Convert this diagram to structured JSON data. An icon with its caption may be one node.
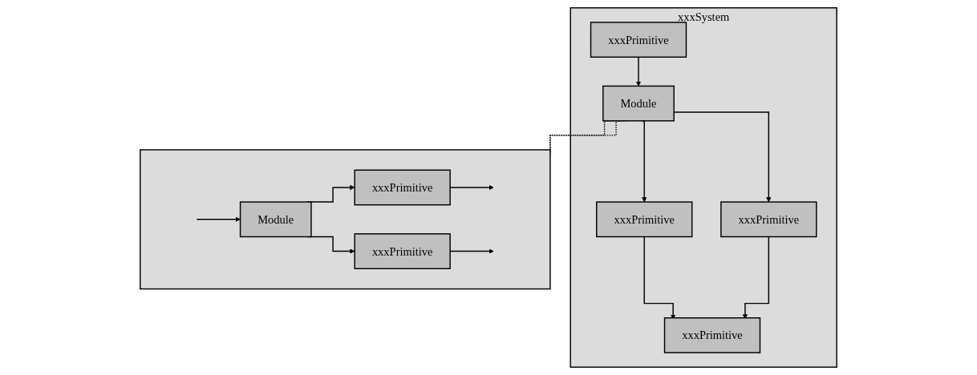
{
  "diagram": {
    "nodes": [
      {
        "text": [
          "xxxSystem"
        ]
      },
      {
        "text": [
          "xxxPrimitive"
        ],
        "in": 0
      },
      {
        "text": [
          "Module"
        ],
        "in": 0
      },
      {
        "text": [
          "xxxPrimitive"
        ],
        "in": 0
      },
      {
        "text": [
          "xxxPrimitive"
        ],
        "in": 0
      },
      {
        "text": [
          "xxxPrimitive"
        ],
        "in": 0
      },
      {
        "text": [],
        "shape": "box"
      },
      {
        "text": [
          "Module"
        ],
        "in": 6
      },
      {
        "text": [
          "xxxPrimitive"
        ],
        "in": 6
      },
      {
        "text": [
          "xxxPrimitive"
        ],
        "in": 6
      }
    ],
    "edges": [
      {
        "from": 1,
        "to": 2,
        "arrow": "to"
      },
      {
        "from": 2,
        "to": 3,
        "arrow": "to"
      },
      {
        "from": 2,
        "to": 4,
        "arrow": "to"
      },
      {
        "from": 3,
        "to": 5,
        "arrow": "to"
      },
      {
        "from": 4,
        "to": 5,
        "arrow": "to"
      },
      {
        "from": 2,
        "to": 6,
        "arrow": "none",
        "style": "dashed"
      },
      {
        "from": 2,
        "to": 6,
        "arrow": "none",
        "style": "dashed"
      },
      {
        "from": null,
        "to": 7,
        "arrow": "to"
      },
      {
        "from": 7,
        "to": 8,
        "arrow": "to"
      },
      {
        "from": 7,
        "to": 9,
        "arrow": "to"
      },
      {
        "from": 8,
        "to": null,
        "arrow": "to"
      },
      {
        "from": 9,
        "to": null,
        "arrow": "to"
      }
    ]
  }
}
